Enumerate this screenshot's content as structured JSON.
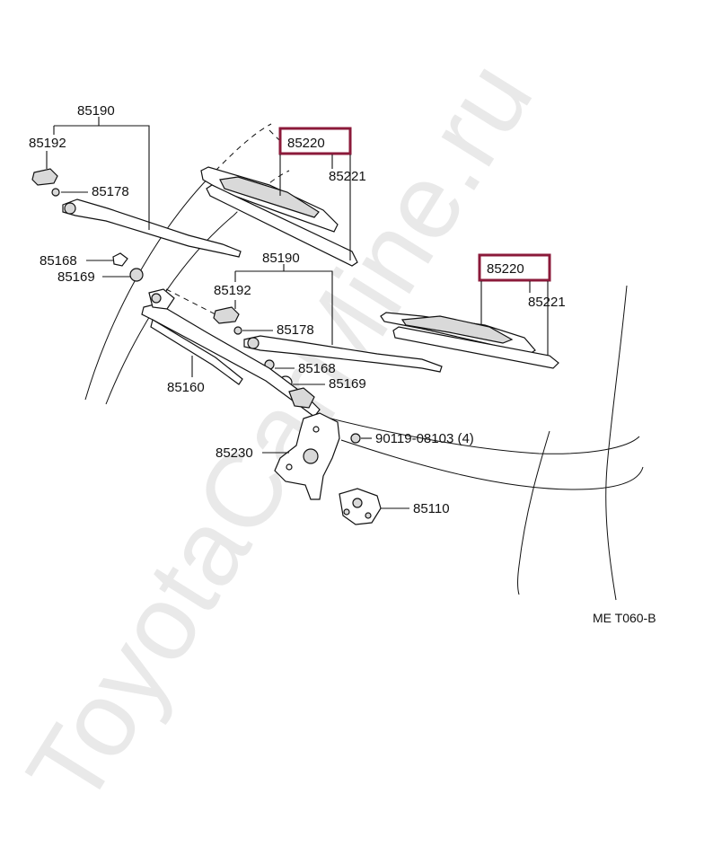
{
  "watermark": "ToyotaCarMine.ru",
  "colors": {
    "highlight": "#8b1a3a",
    "line": "#111111",
    "watermark": "#e9e9e9"
  },
  "labels": {
    "left_85190": "85190",
    "left_85192": "85192",
    "left_85178": "85178",
    "left_85168": "85168",
    "left_85169": "85169",
    "left_85220": "85220",
    "left_85221": "85221",
    "mid_85190": "85190",
    "mid_85192": "85192",
    "mid_85178": "85178",
    "mid_85168": "85168",
    "mid_85169": "85169",
    "right_85220": "85220",
    "right_85221": "85221",
    "link_85160": "85160",
    "bracket_85230": "85230",
    "bolt_90119": "90119-08103 (4)",
    "motor_85110": "85110"
  },
  "diagram_code": "ME T060-B"
}
